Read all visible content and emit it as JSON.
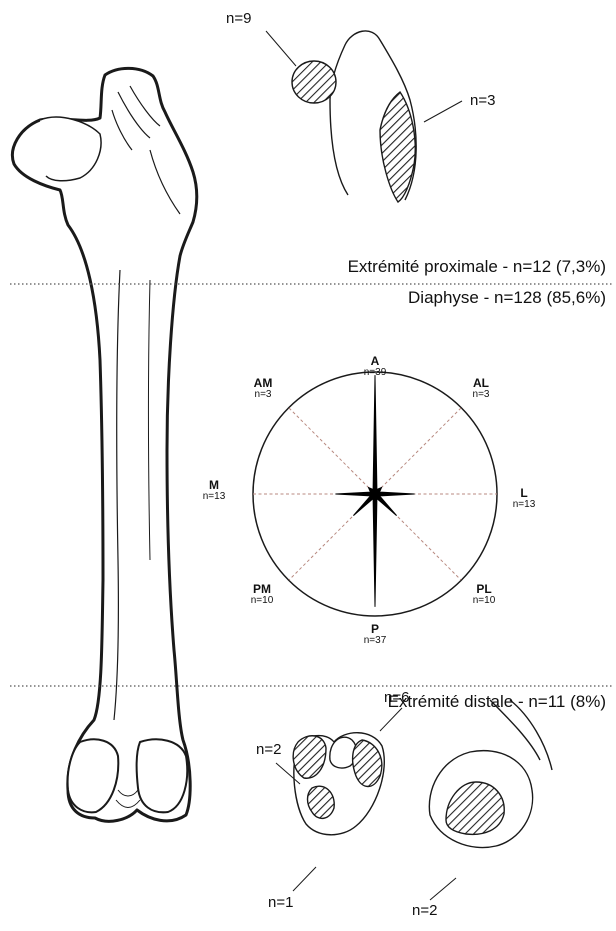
{
  "proximal": {
    "section_label": "Extrémité proximale - n=12 (7,3%)",
    "head_count": "n=9",
    "trochanter_count": "n=3"
  },
  "diaphysis": {
    "section_label": "Diaphyse - n=128 (85,6%)",
    "directions": [
      {
        "key": "A",
        "count": "n=39",
        "value": 39
      },
      {
        "key": "AL",
        "count": "n=3",
        "value": 3
      },
      {
        "key": "L",
        "count": "n=13",
        "value": 13
      },
      {
        "key": "PL",
        "count": "n=10",
        "value": 10
      },
      {
        "key": "P",
        "count": "n=37",
        "value": 37
      },
      {
        "key": "PM",
        "count": "n=10",
        "value": 10
      },
      {
        "key": "M",
        "count": "n=13",
        "value": 13
      },
      {
        "key": "AM",
        "count": "n=3",
        "value": 3
      }
    ]
  },
  "distal": {
    "section_label": "Extrémité distale - n=11 (8%)",
    "left_condyle_count": "n=2",
    "right_condyle_count": "n=6",
    "lower_count": "n=1",
    "lateral_view_count": "n=2"
  },
  "colors": {
    "line": "#1a1a1a",
    "guide": "#b88a80",
    "fill": "#000000"
  }
}
